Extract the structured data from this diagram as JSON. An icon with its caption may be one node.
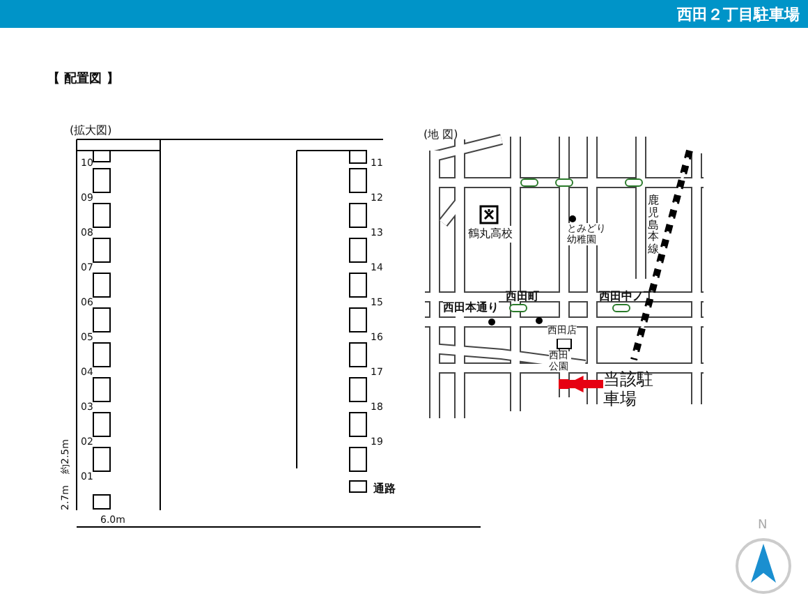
{
  "diagram": {
    "title": "西田２丁目駐車場",
    "nodes": [
      {
        "text": [
          "当該駐車場"
        ]
      },
      {
        "text": [],
        "shape": "box"
      }
    ],
    "edges": [
      {
        "from": 0,
        "to": 1,
        "arrow": "to",
        "color": "#e60012"
      }
    ],
    "labels": [
      "【 配置図 】",
      "(拡大図)",
      "10",
      "09",
      "08",
      "07",
      "06",
      "05",
      "04",
      "03",
      "02",
      "01",
      "11",
      "12",
      "13",
      "14",
      "15",
      "16",
      "17",
      "18",
      "19",
      "約2.5m",
      "2.7m",
      "6.0m",
      "通路",
      "(地 図)",
      "鶴丸高校",
      "とみどり幼稚園",
      "鹿児島本線",
      "西田本通り",
      "西田町",
      "西田中ノ丁",
      "西田店",
      "西田公園",
      "N"
    ]
  }
}
